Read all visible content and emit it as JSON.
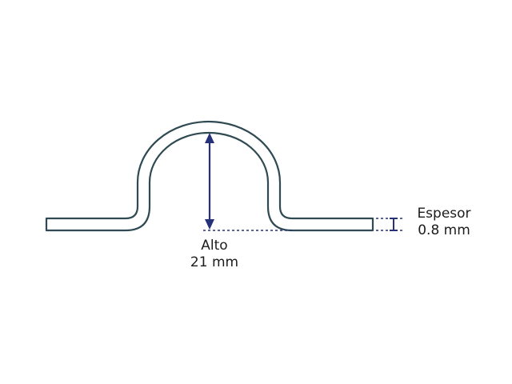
{
  "colors": {
    "profile_stroke": "#2f4a52",
    "dimension": "#27317a",
    "text": "#1c1c1c"
  },
  "dimensions": {
    "height": {
      "label": "Alto",
      "value": "21 mm"
    },
    "thickness": {
      "label": "Espesor",
      "value": "0.8 mm"
    }
  }
}
